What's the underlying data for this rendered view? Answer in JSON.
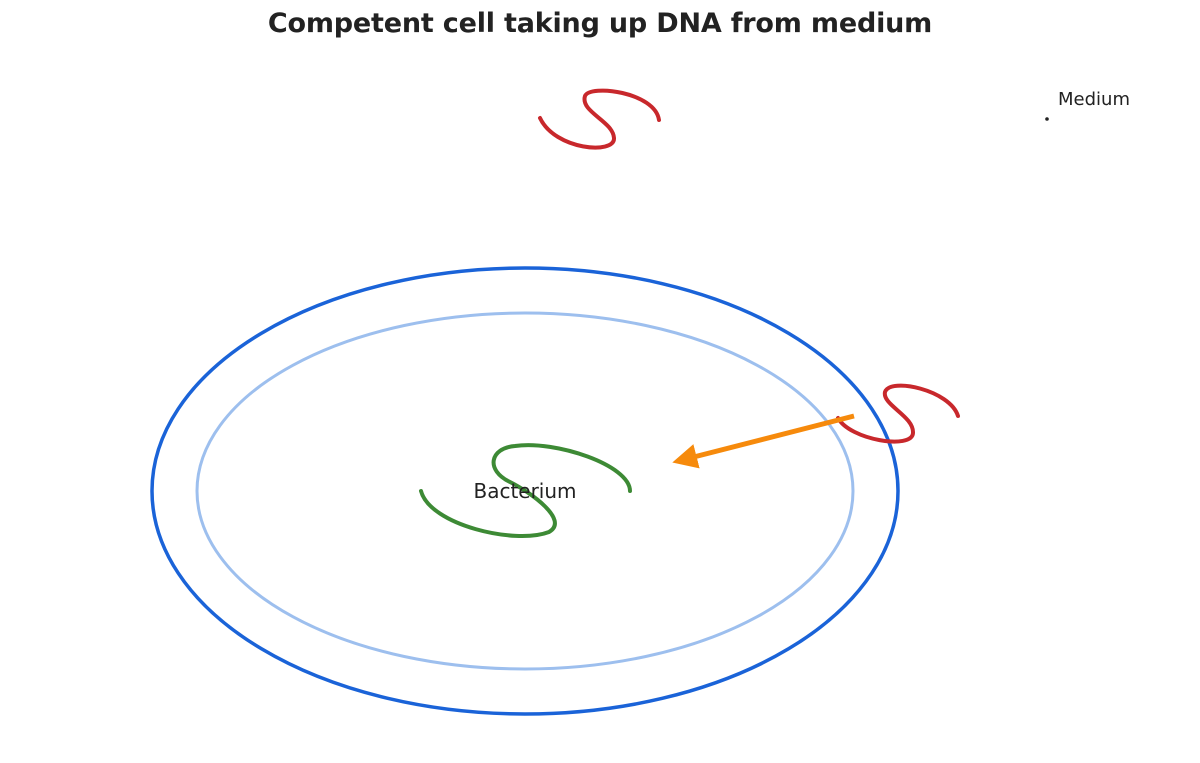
{
  "title": "Competent cell taking up DNA from medium",
  "labels": {
    "medium": "Medium",
    "bacterium": "Bacterium"
  },
  "colors": {
    "cell_wall": "#1a63d8",
    "cell_membrane": "#9dbfee",
    "chromosomal_dna": "#3d8a35",
    "foreign_dna": "#c8282c",
    "uptake_arrow": "#f68a0c",
    "text": "#222222"
  },
  "icons": {
    "uptake_arrow": "arrow-left-icon",
    "medium_marker": "dot-icon"
  }
}
